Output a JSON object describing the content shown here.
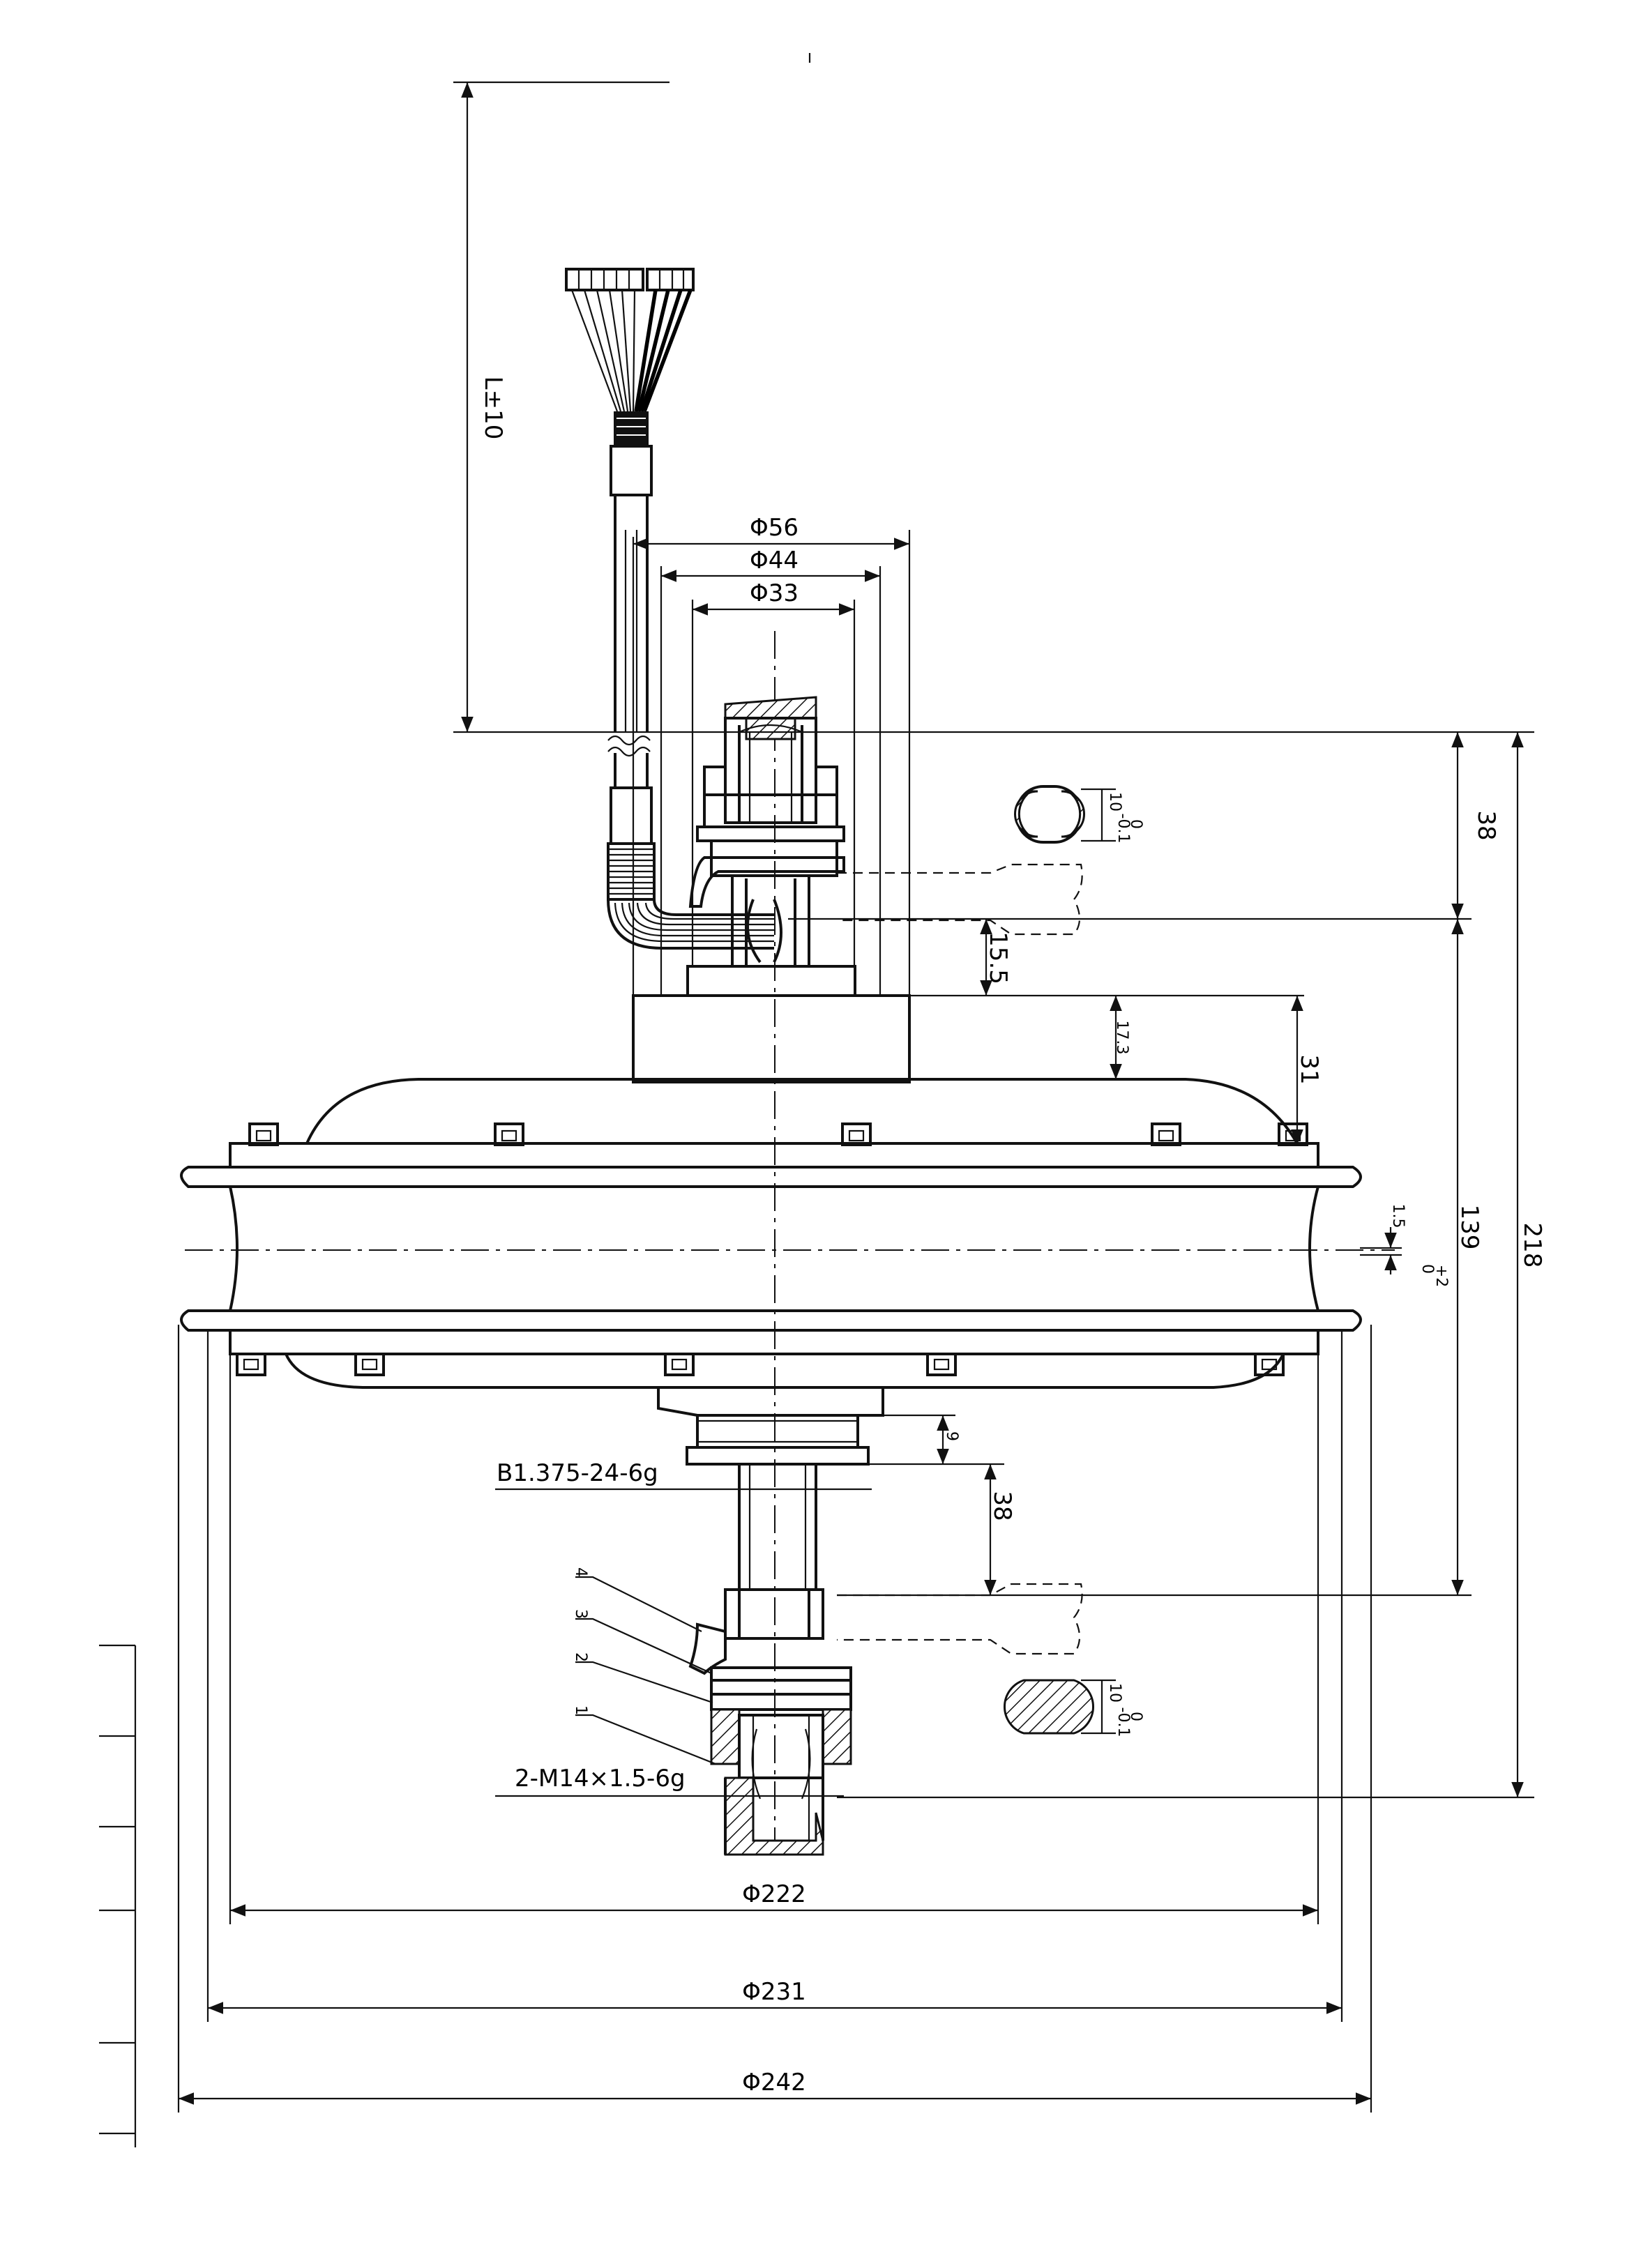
{
  "dimensions": {
    "cable_length": "L±10",
    "d56": "Φ56",
    "d44": "Φ44",
    "d33": "Φ33",
    "h38_top": "38",
    "h15_5": "15.5",
    "h17_3": "17.3",
    "h31": "31",
    "h1_5": "1.5",
    "h139": "139",
    "h139_tol": "+2",
    "h139_tol_low": "0",
    "h218": "218",
    "h9": "9",
    "h38_bottom": "38",
    "d222": "Φ222",
    "d231": "Φ231",
    "d242": "Φ242",
    "flat_top": "10",
    "flat_top_tol_up": "0",
    "flat_top_tol_low": "-0.1",
    "flat_bottom": "10",
    "flat_bottom_tol_up": "0",
    "flat_bottom_tol_low": "-0.1"
  },
  "callouts": {
    "thread_freewheel": "B1.375-24-6g",
    "thread_axle": "2-M14×1.5-6g",
    "item1": "1",
    "item2": "2",
    "item3": "3",
    "item4": "4"
  }
}
